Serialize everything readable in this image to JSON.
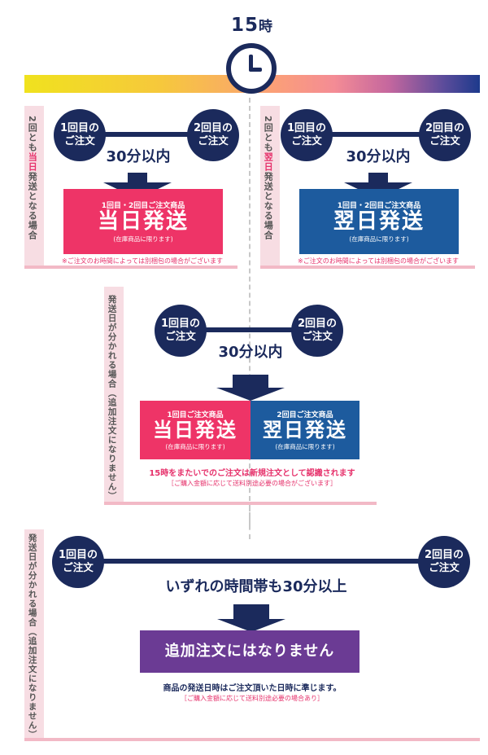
{
  "header": {
    "time_number": "15",
    "time_unit": "時"
  },
  "order_circle": {
    "first_line1": "1回目の",
    "second_line1": "2回目の",
    "line2": "ご注文"
  },
  "panel_same_day": {
    "side_label_pre": "2回とも",
    "side_label_highlight": "当日",
    "side_label_post": "発送となる場合",
    "minutes": "30分以内",
    "result_sub": "1回目・2回目ご注文商品",
    "result_big": "当日発送",
    "result_note": "(在庫商品に限ります)",
    "footnote": "※ご注文のお時間によっては別梱包の場合がございます"
  },
  "panel_next_day": {
    "side_label_pre": "2回とも",
    "side_label_highlight": "翌日",
    "side_label_post": "発送となる場合",
    "minutes": "30分以内",
    "result_sub": "1回目・2回目ご注文商品",
    "result_big": "翌日発送",
    "result_note": "(在庫商品に限ります)",
    "footnote": "※ご注文のお時間によっては別梱包の場合がございます"
  },
  "panel_split": {
    "side_label": "発送日が分かれる場合（追加注文になりません）",
    "minutes": "30分以内",
    "left_sub": "1回目ご注文商品",
    "left_big": "当日発送",
    "left_note": "(在庫商品に限ります)",
    "right_sub": "2回目ご注文商品",
    "right_big": "翌日発送",
    "right_note": "(在庫商品に限ります)",
    "main_note_pre": "15時をまたいでのご注文は",
    "main_note_strong": "新規注文",
    "main_note_post": "として認識されます",
    "sub_note": "［ご購入金額に応じて送料別途必要の場合がございます］"
  },
  "panel_over": {
    "side_label": "発送日が分かれる場合（追加注文になりません）",
    "time_text": "いずれの時間帯も30分以上",
    "result_big": "追加注文にはなりません",
    "main_note": "商品の発送日時はご注文頂いた日時に準じます。",
    "sub_note": "［ご購入金額に応じて送料別途必要の場合あり］"
  },
  "colors": {
    "navy": "#1b2a5c",
    "pink": "#ee3467",
    "blue": "#1d5b9e",
    "purple": "#6b3b94",
    "tab_pink": "#f7dde3"
  }
}
